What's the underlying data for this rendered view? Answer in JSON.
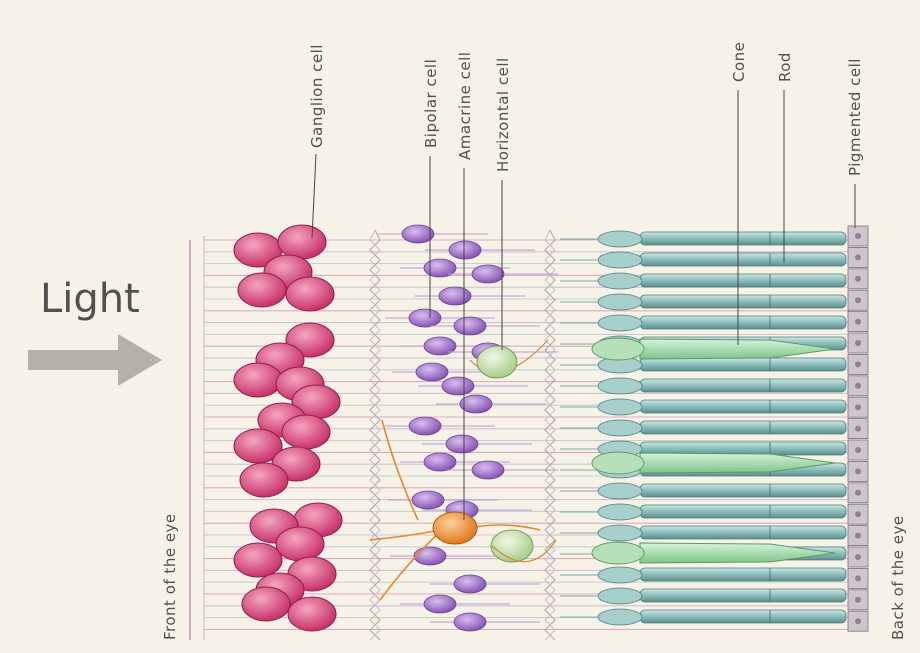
{
  "diagram": {
    "light_label": "Light",
    "front_label": "Front of the eye",
    "back_label": "Back of the eye",
    "labels": [
      {
        "id": "ganglion",
        "text": "Ganglion cell"
      },
      {
        "id": "bipolar",
        "text": "Bipolar cell"
      },
      {
        "id": "amacrine",
        "text": "Amacrine cell"
      },
      {
        "id": "horizontal",
        "text": "Horizontal cell"
      },
      {
        "id": "cone",
        "text": "Cone"
      },
      {
        "id": "rod",
        "text": "Rod"
      },
      {
        "id": "pigmented",
        "text": "Pigmented cell"
      }
    ],
    "colors": {
      "background": "#f7f2e8",
      "ganglion": "#d4487a",
      "bipolar": "#9a6bc0",
      "amacrine": "#e48a2e",
      "horizontal": "#b8d89a",
      "rod": "#8fc0be",
      "cone": "#9fd6a8",
      "pigment": "#b8aeb8",
      "arrow": "#b5b1a6",
      "text": "#555050"
    }
  }
}
